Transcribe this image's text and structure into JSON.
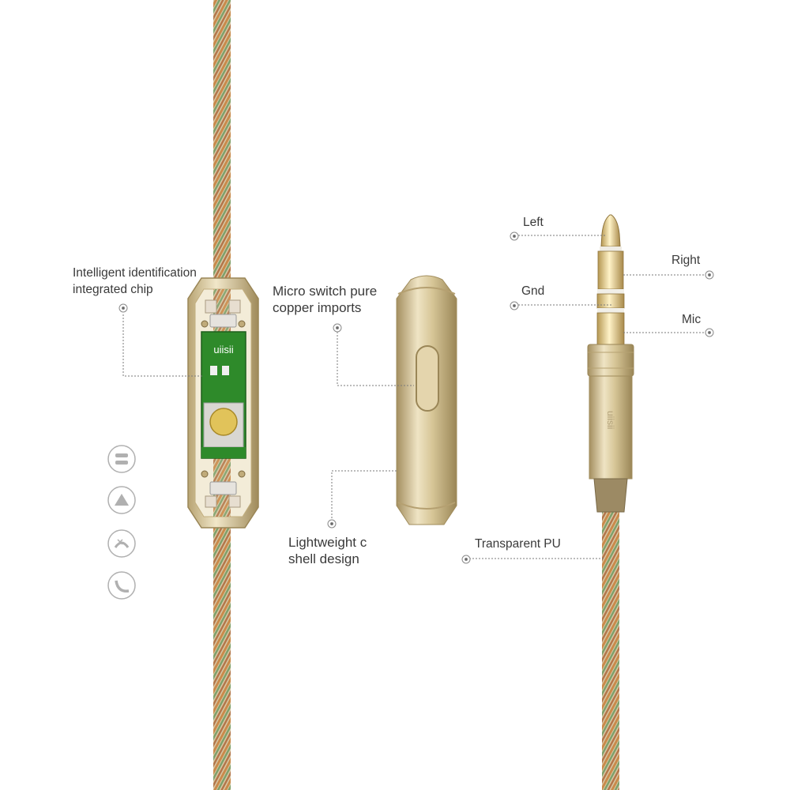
{
  "callouts": {
    "chip": {
      "line1": "Intelligent identification",
      "line2": "integrated chip"
    },
    "switch": {
      "line1": "Micro switch pure",
      "line2": "copper imports"
    },
    "shell": {
      "line1": "Lightweight c",
      "line2": "shell design"
    },
    "left": "Left",
    "right": "Right",
    "gnd": "Gnd",
    "mic": "Mic",
    "pu": "Transparent PU"
  },
  "pcb_text": "uiisii",
  "plug_text": "uiisii",
  "function_icons": [
    "pause-icon",
    "volume-up-icon",
    "hang-up-icon",
    "call-icon"
  ],
  "colors": {
    "gold": "#cdb98a",
    "gold_light": "#ece0bd",
    "gold_dark": "#9a8657",
    "pcb_green": "#2e8a2a",
    "cable_orange": "#c98a4b",
    "cable_green": "#7fa06a",
    "leader_line": "#7a7a7a",
    "text": "#3a3a3a"
  }
}
